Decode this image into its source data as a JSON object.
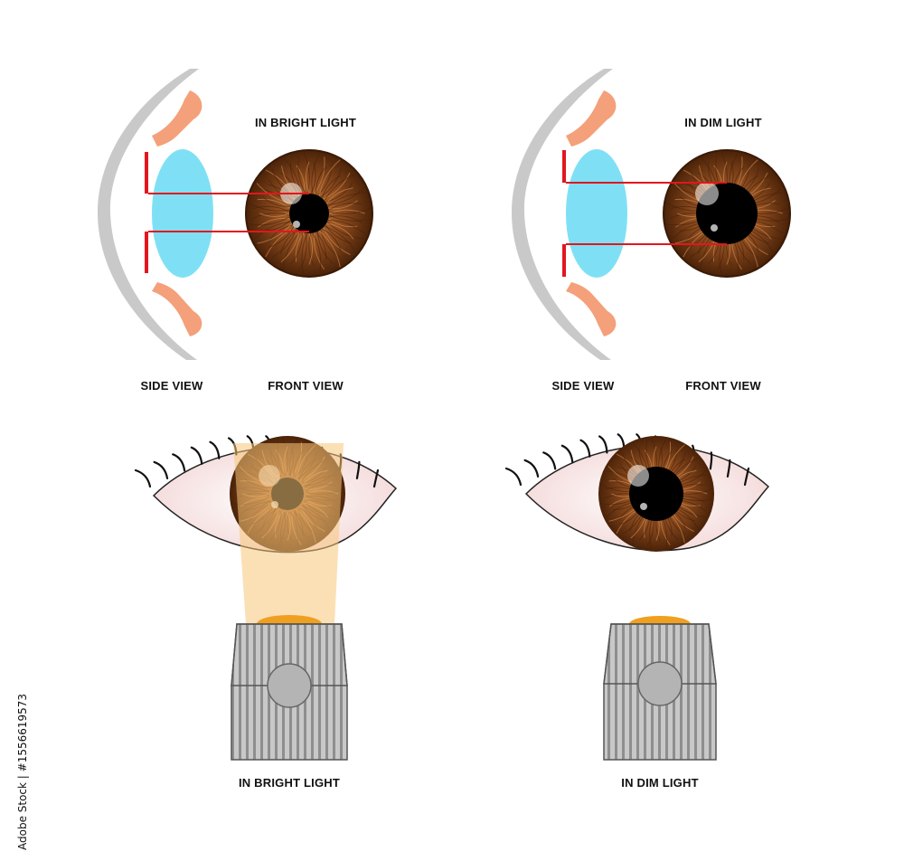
{
  "labels": {
    "top_left_title": "IN BRIGHT LIGHT",
    "top_right_title": "IN DIM LIGHT",
    "side_view_left": "SIDE VIEW",
    "front_view_left": "FRONT VIEW",
    "side_view_right": "SIDE VIEW",
    "front_view_right": "FRONT VIEW",
    "bottom_left_caption": "IN BRIGHT LIGHT",
    "bottom_right_caption": "IN DIM LIGHT"
  },
  "watermark": {
    "stock_id": "Adobe Stock | #1556619573"
  },
  "colors": {
    "iris_brown": "#8a4a1e",
    "iris_dark": "#5a2a0c",
    "pupil": "#000000",
    "cornea_gray": "#c9c9c9",
    "ciliary_orange": "#f4a07a",
    "lens_blue": "#7fe0f5",
    "aperture_red": "#e3161e",
    "light_beam": "#f7c77a",
    "flashlight_gray": "#b9b9b9",
    "sclera_pink": "#f6dede"
  }
}
